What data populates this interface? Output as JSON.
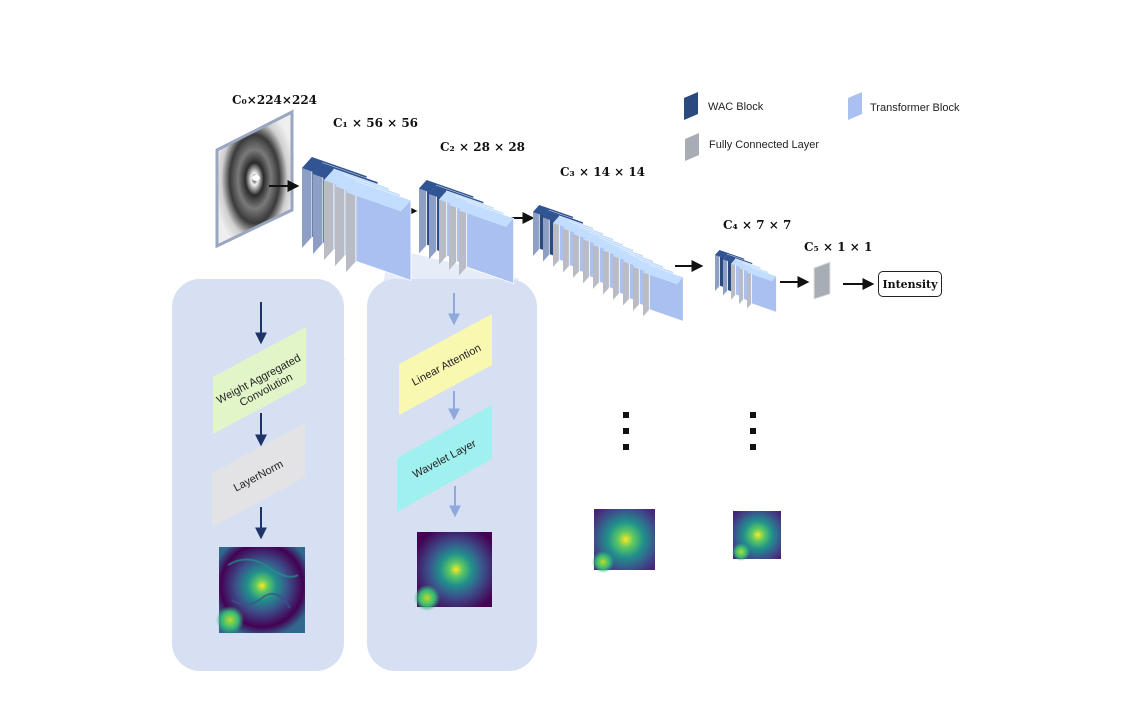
{
  "legend": {
    "wac": "WAC Block",
    "transformer": "Transformer Block",
    "fc": "Fully Connected Layer"
  },
  "dims": {
    "input": "C₀×224×224",
    "stage1": "C₁ × 56 × 56",
    "stage2": "C₂ × 28 × 28",
    "stage3": "C₃ × 14 × 14",
    "stage4": "C₄ × 7 × 7",
    "stage5": "C₅ × 1 × 1"
  },
  "output": "Intensity",
  "wac_detail": {
    "conv": [
      "Weight Aggregated",
      "Convolution"
    ],
    "norm": "LayerNorm"
  },
  "transformer_detail": {
    "attention": "Linear Attention",
    "wavelet": "Wavelet Layer"
  },
  "colors": {
    "wac": "#2b4a80",
    "transformer": "#a9c0f0",
    "fc": "#a8acb4",
    "panel": "#d7e0f3",
    "conv_box": "#e2f5c8",
    "norm_box": "#e3e3e6",
    "attention_box": "#f8f8b0",
    "wavelet_box": "#9ff0ee"
  }
}
